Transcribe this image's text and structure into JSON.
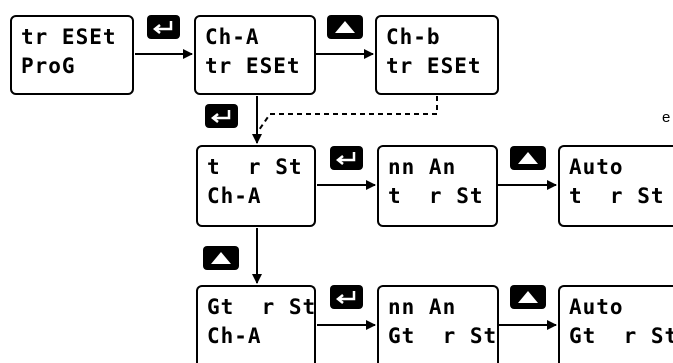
{
  "flow": {
    "treset_prog": {
      "line1": "tr ESEt",
      "line2": "ProG"
    },
    "ch_a_treset": {
      "line1": "Ch-A",
      "line2": "tr ESEt"
    },
    "ch_b_treset": {
      "line1": "Ch-b",
      "line2": "tr ESEt"
    },
    "t_rst_ch_a": {
      "line1": "t  r St",
      "line2": "Ch-A"
    },
    "man_t_rst": {
      "line1": "nn An",
      "line2": "t  r St"
    },
    "auto_t_rst": {
      "line1": "Auto",
      "line2": "t  r St"
    },
    "gt_rst_ch_a": {
      "line1": "Gt  r St",
      "line2": "Ch-A"
    },
    "man_gt_rst": {
      "line1": "nn An",
      "line2": "Gt  r St"
    },
    "auto_gt_rst": {
      "line1": "Auto",
      "line2": "Gt  r St"
    }
  },
  "side_text": "e",
  "icons": {
    "enter": "enter-key-icon",
    "up": "up-arrow-key-icon"
  },
  "colors": {
    "stroke": "#000000",
    "background": "#ffffff"
  }
}
